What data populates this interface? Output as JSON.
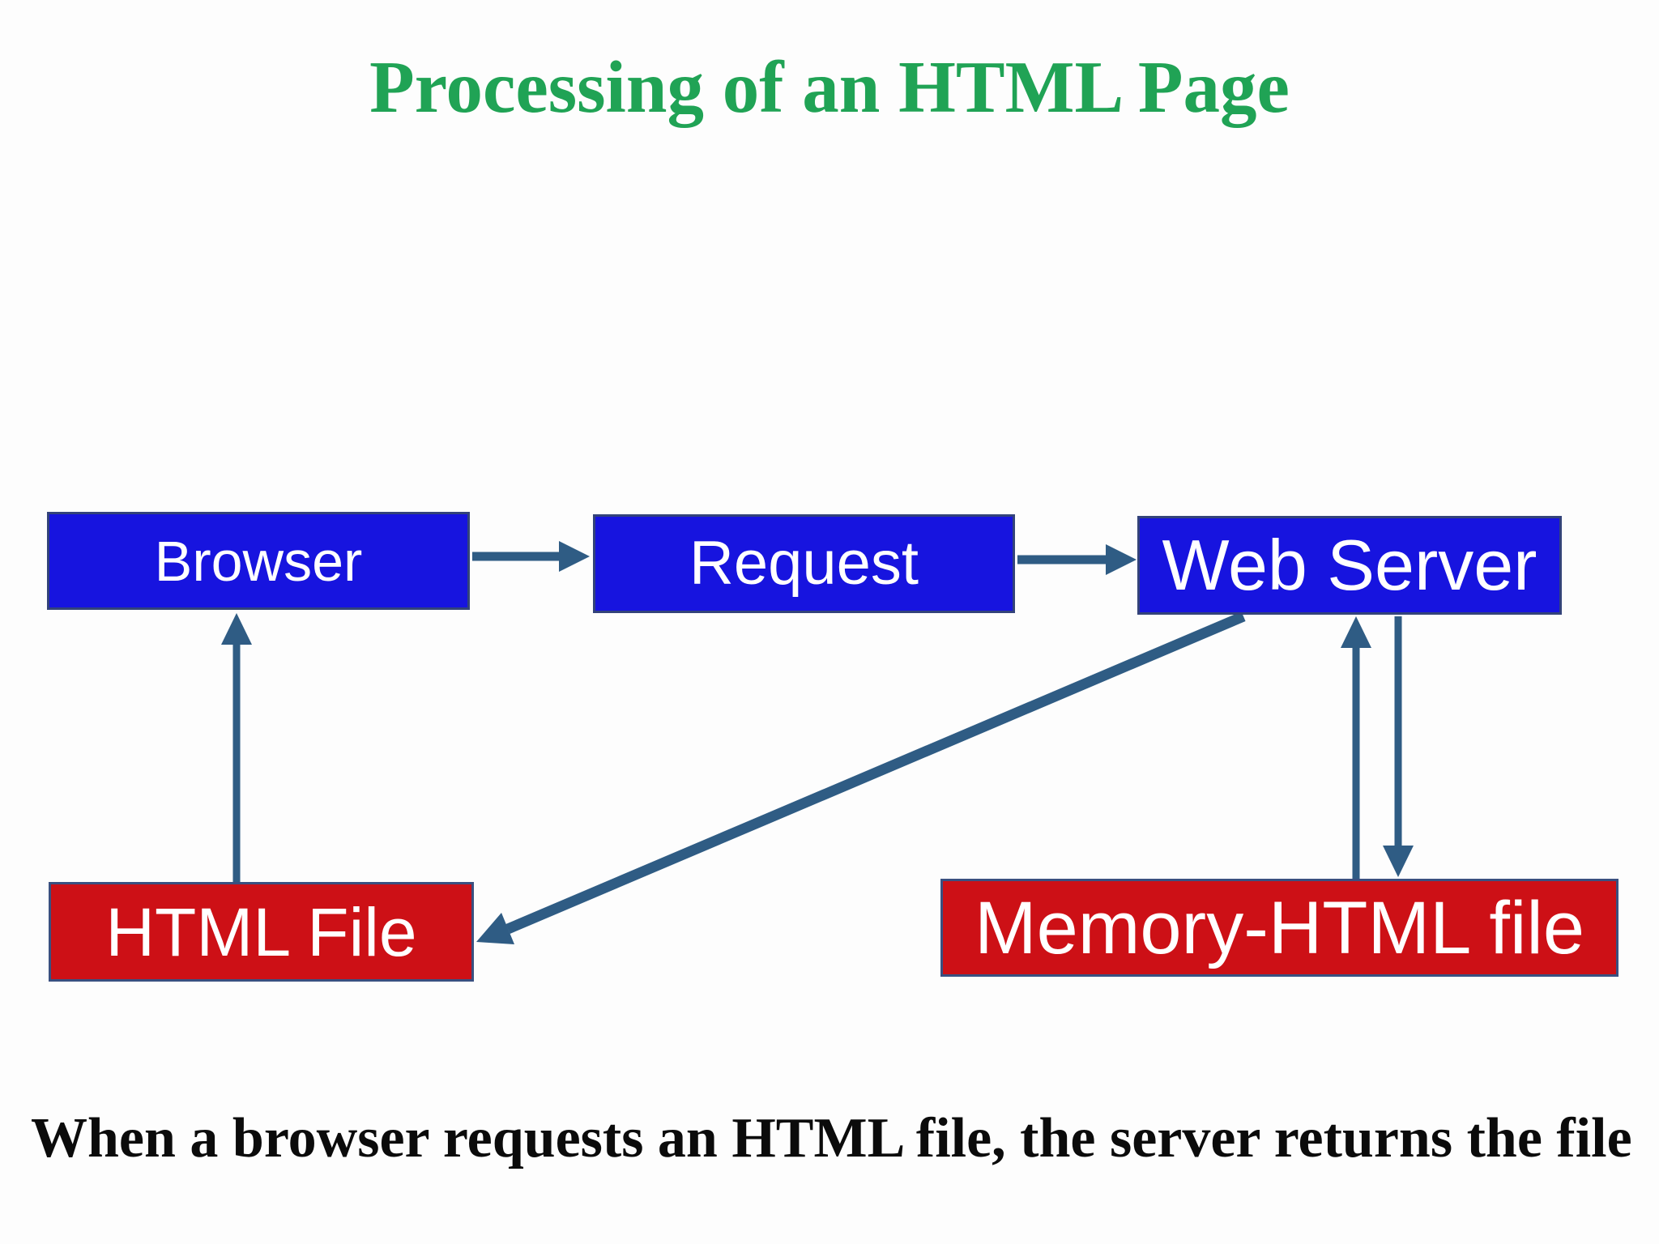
{
  "title": "Processing of an HTML Page",
  "caption": "When a browser requests an HTML file, the server returns the file",
  "diagram": {
    "nodes": [
      {
        "id": "browser",
        "label": "Browser",
        "kind": "process"
      },
      {
        "id": "request",
        "label": "Request",
        "kind": "process"
      },
      {
        "id": "web-server",
        "label": "Web Server",
        "kind": "process"
      },
      {
        "id": "html-file",
        "label": "HTML File",
        "kind": "storage"
      },
      {
        "id": "memory-html-file",
        "label": "Memory-HTML file",
        "kind": "storage"
      }
    ],
    "edges": [
      {
        "from": "Browser",
        "to": "Request",
        "shape": "horizontal-arrow-right"
      },
      {
        "from": "Request",
        "to": "Web Server",
        "shape": "horizontal-arrow-right"
      },
      {
        "from": "HTML File",
        "to": "Browser",
        "shape": "vertical-arrow-up"
      },
      {
        "from": "Web Server",
        "to": "HTML File",
        "shape": "diagonal-arrow-down-left"
      },
      {
        "from": "Memory-HTML file",
        "to": "Web Server",
        "shape": "vertical-arrow-up"
      },
      {
        "from": "Web Server",
        "to": "Memory-HTML file",
        "shape": "vertical-arrow-down"
      }
    ]
  },
  "colors": {
    "title_green": "#20A355",
    "process_box_blue": "#1714DF",
    "storage_box_red": "#CD1016",
    "box_border": "#3A5080",
    "arrow_steel_blue": "#2F5C84",
    "caption_black": "#0b0b0b",
    "label_white": "#FFFFFF",
    "background": "#FDFDFD"
  }
}
